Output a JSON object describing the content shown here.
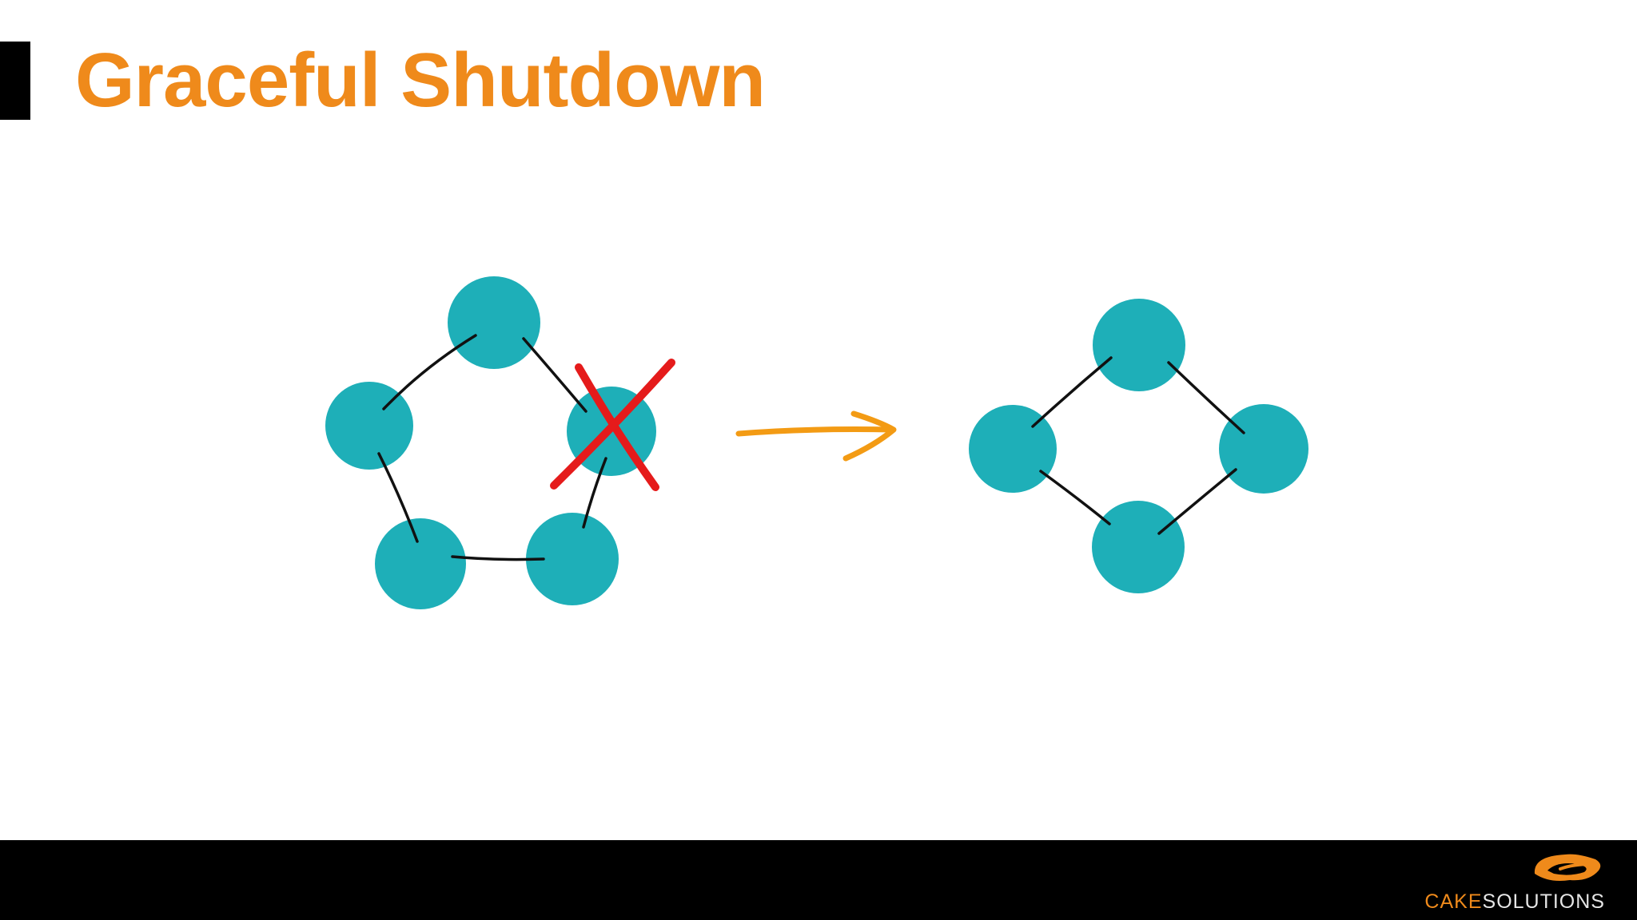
{
  "slide": {
    "title": "Graceful Shutdown"
  },
  "brand": {
    "name_part_1": "CAKE",
    "name_part_2": "SOLUTIONS",
    "logo_icon": "cake-solutions-logo-icon"
  },
  "colors": {
    "title": "#ef8a1b",
    "node": "#1eafb8",
    "edge": "#111111",
    "cross": "#e51b1b",
    "arrow": "#f39b14",
    "footer": "#000000"
  }
}
